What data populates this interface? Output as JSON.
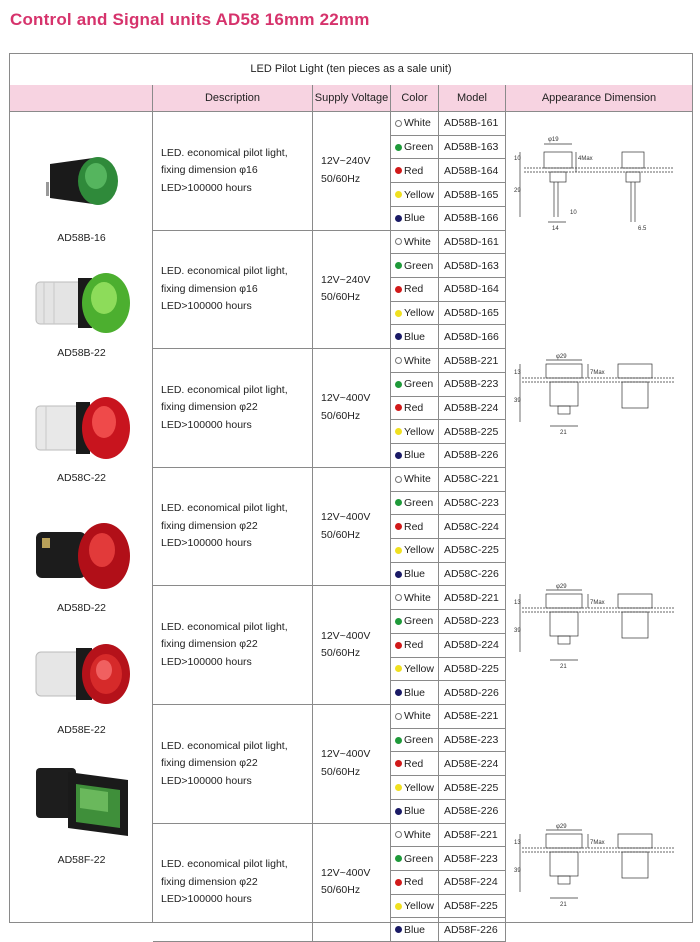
{
  "title": "Control and Signal units AD58 16mm 22mm",
  "caption": "LED Pilot Light (ten pieces as a sale unit)",
  "headers": {
    "description": "Description",
    "supply": "Supply Voltage",
    "color": "Color",
    "model": "Model",
    "dimension": "Appearance Dimension"
  },
  "products": [
    {
      "label": "AD58B-16"
    },
    {
      "label": "AD58B-22"
    },
    {
      "label": "AD58C-22"
    },
    {
      "label": "AD58D-22"
    },
    {
      "label": "AD58E-22"
    },
    {
      "label": "AD58F-22"
    }
  ],
  "groups": [
    {
      "desc1": "LED. economical pilot light,",
      "desc2": "fixing dimension φ16",
      "desc3": "LED>100000 hours",
      "supply1": "12V~240V",
      "supply2": "50/60Hz",
      "rows": [
        {
          "color": "White",
          "model": "AD58B-161"
        },
        {
          "color": "Green",
          "model": "AD58B-163"
        },
        {
          "color": "Red",
          "model": "AD58B-164"
        },
        {
          "color": "Yellow",
          "model": "AD58B-165"
        },
        {
          "color": "Blue",
          "model": "AD58B-166"
        }
      ]
    },
    {
      "desc1": "LED. economical pilot light,",
      "desc2": "fixing dimension φ16",
      "desc3": "LED>100000 hours",
      "supply1": "12V~240V",
      "supply2": "50/60Hz",
      "rows": [
        {
          "color": "White",
          "model": "AD58D-161"
        },
        {
          "color": "Green",
          "model": "AD58D-163"
        },
        {
          "color": "Red",
          "model": "AD58D-164"
        },
        {
          "color": "Yellow",
          "model": "AD58D-165"
        },
        {
          "color": "Blue",
          "model": "AD58D-166"
        }
      ]
    },
    {
      "desc1": "LED. economical pilot light,",
      "desc2": "fixing dimension φ22",
      "desc3": "LED>100000 hours",
      "supply1": "12V~400V",
      "supply2": "50/60Hz",
      "rows": [
        {
          "color": "White",
          "model": "AD58B-221"
        },
        {
          "color": "Green",
          "model": "AD58B-223"
        },
        {
          "color": "Red",
          "model": "AD58B-224"
        },
        {
          "color": "Yellow",
          "model": "AD58B-225"
        },
        {
          "color": "Blue",
          "model": "AD58B-226"
        }
      ]
    },
    {
      "desc1": "LED. economical pilot light,",
      "desc2": "fixing dimension φ22",
      "desc3": "LED>100000 hours",
      "supply1": "12V~400V",
      "supply2": "50/60Hz",
      "rows": [
        {
          "color": "White",
          "model": "AD58C-221"
        },
        {
          "color": "Green",
          "model": "AD58C-223"
        },
        {
          "color": "Red",
          "model": "AD58C-224"
        },
        {
          "color": "Yellow",
          "model": "AD58C-225"
        },
        {
          "color": "Blue",
          "model": "AD58C-226"
        }
      ]
    },
    {
      "desc1": "LED. economical pilot light,",
      "desc2": "fixing dimension φ22",
      "desc3": "LED>100000 hours",
      "supply1": "12V~400V",
      "supply2": "50/60Hz",
      "rows": [
        {
          "color": "White",
          "model": "AD58D-221"
        },
        {
          "color": "Green",
          "model": "AD58D-223"
        },
        {
          "color": "Red",
          "model": "AD58D-224"
        },
        {
          "color": "Yellow",
          "model": "AD58D-225"
        },
        {
          "color": "Blue",
          "model": "AD58D-226"
        }
      ]
    },
    {
      "desc1": "LED. economical pilot light,",
      "desc2": "fixing dimension φ22",
      "desc3": "LED>100000 hours",
      "supply1": "12V~400V",
      "supply2": "50/60Hz",
      "rows": [
        {
          "color": "White",
          "model": "AD58E-221"
        },
        {
          "color": "Green",
          "model": "AD58E-223"
        },
        {
          "color": "Red",
          "model": "AD58E-224"
        },
        {
          "color": "Yellow",
          "model": "AD58E-225"
        },
        {
          "color": "Blue",
          "model": "AD58E-226"
        }
      ]
    },
    {
      "desc1": "LED. economical pilot light,",
      "desc2": "fixing dimension φ22",
      "desc3": "LED>100000 hours",
      "supply1": "12V~400V",
      "supply2": "50/60Hz",
      "rows": [
        {
          "color": "White",
          "model": "AD58F-221"
        },
        {
          "color": "Green",
          "model": "AD58F-223"
        },
        {
          "color": "Red",
          "model": "AD58F-224"
        },
        {
          "color": "Yellow",
          "model": "AD58F-225"
        },
        {
          "color": "Blue",
          "model": "AD58F-226"
        }
      ]
    }
  ],
  "dot_colors": {
    "White": "#ffffff",
    "Green": "#1f9a3a",
    "Red": "#d11a1a",
    "Yellow": "#f0e020",
    "Blue": "#1a1a66"
  },
  "dimensions": [
    {
      "labels": [
        "φ19",
        "4Max",
        "10",
        "29",
        "14",
        "10",
        "6.5"
      ]
    },
    {
      "labels": [
        "φ29",
        "7Max",
        "13",
        "39",
        "21"
      ]
    },
    {
      "labels": [
        "φ29",
        "7Max",
        "13",
        "39",
        "21"
      ]
    },
    {
      "labels": [
        "φ29",
        "7Max",
        "13",
        "39",
        "21"
      ]
    }
  ]
}
